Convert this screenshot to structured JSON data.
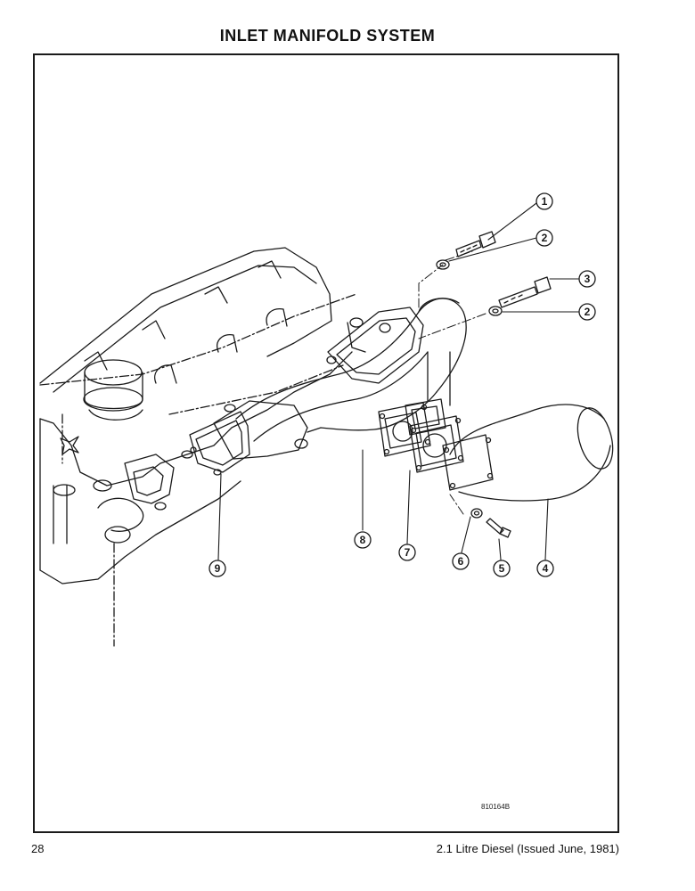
{
  "page": {
    "title": "INLET MANIFOLD SYSTEM",
    "page_number": "28",
    "footer": "2.1 Litre Diesel (Issued June, 1981)",
    "reference_code": "810164B"
  },
  "callouts": [
    {
      "id": "c1",
      "label": "1"
    },
    {
      "id": "c2a",
      "label": "2"
    },
    {
      "id": "c3",
      "label": "3"
    },
    {
      "id": "c2b",
      "label": "2"
    },
    {
      "id": "c9",
      "label": "9"
    },
    {
      "id": "c8",
      "label": "8"
    },
    {
      "id": "c7",
      "label": "7"
    },
    {
      "id": "c6",
      "label": "6"
    },
    {
      "id": "c5",
      "label": "5"
    },
    {
      "id": "c4",
      "label": "4"
    }
  ],
  "colors": {
    "ink": "#1a1a1a",
    "paper": "#ffffff"
  }
}
